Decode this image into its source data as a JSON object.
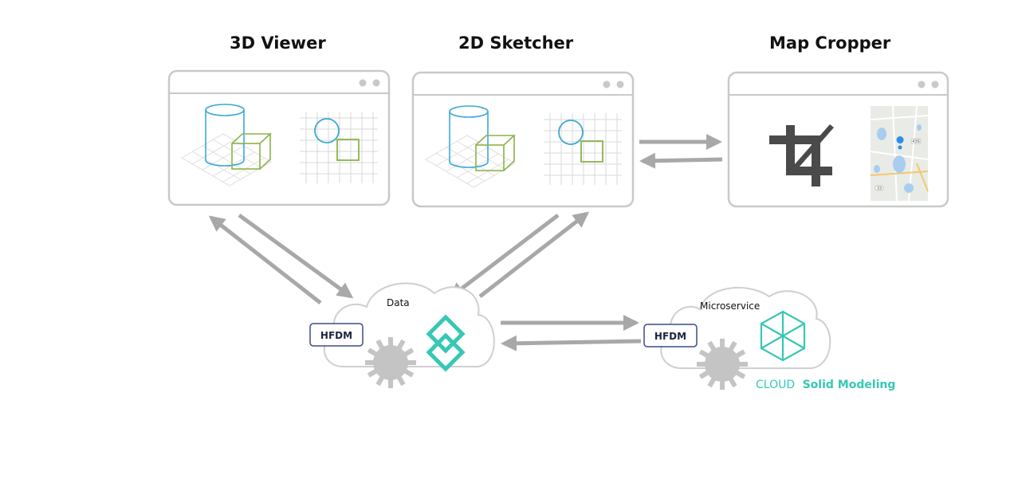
{
  "panels": [
    {
      "id": "viewer3d",
      "title": "3D Viewer"
    },
    {
      "id": "sketcher2d",
      "title": "2D Sketcher"
    },
    {
      "id": "mapcropper",
      "title": "Map Cropper"
    }
  ],
  "data_hub": {
    "label": "Data",
    "badge": "HFDM"
  },
  "microservice": {
    "label": "Microservice",
    "badge": "HFDM",
    "brand_prefix": "CLOUD",
    "brand_name": "Solid Modeling"
  },
  "map_pins": [
    "436",
    "33"
  ],
  "icons": {
    "crop": "crop-icon",
    "hub": "double-diamond-icon",
    "hex": "hexagon-cube-icon",
    "gear": "gear-icon"
  },
  "colors": {
    "frame": "#c9c9c9",
    "arrow": "#a8a8a8",
    "blue": "#3aa8d8",
    "green": "#8bb349",
    "teal": "#36c8b4",
    "hfdm_border": "#3c4a8c",
    "gear": "#c4c4c4"
  }
}
